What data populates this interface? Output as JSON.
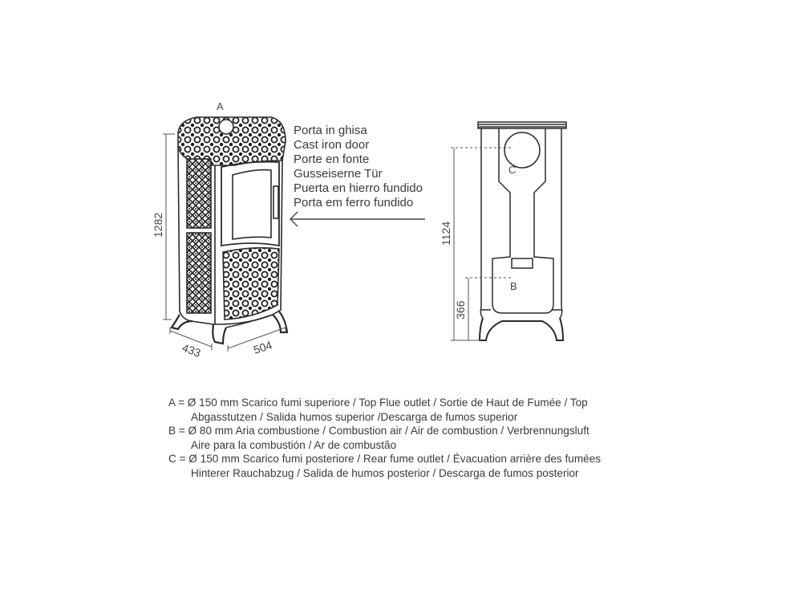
{
  "front_view": {
    "marker_a": "A",
    "dim_height": "1282",
    "dim_depth": "433",
    "dim_width": "504"
  },
  "callout": {
    "lines": [
      "Porta in ghisa",
      "Cast iron door",
      "Porte en fonte",
      "Gusseiserne Tür",
      "Puerta en hierro fundido",
      "Porta em ferro fundido"
    ]
  },
  "side_view": {
    "marker_c": "C",
    "marker_b": "B",
    "dim_c_height": "1124",
    "dim_b_height": "366"
  },
  "legend": [
    {
      "line1": "A = Ø 150 mm  Scarico fumi superiore / Top Flue outlet / Sortie de Haut de Fumée / Top",
      "line2": "Abgasstutzen / Salida humos superior /Descarga de fumos superior"
    },
    {
      "line1": "B = Ø 80 mm  Aria combustione / Combustion air / Air de combustion / Verbrennungsluft",
      "line2": "Aire para la combustión / Ar de combustão"
    },
    {
      "line1": "C = Ø 150 mm  Scarico fumi posteriore / Rear fume outlet / Évacuation arrière des fumées",
      "line2": "Hinterer Rauchabzug / Salida de humos posterior / Descarga de fumos posterior"
    }
  ]
}
